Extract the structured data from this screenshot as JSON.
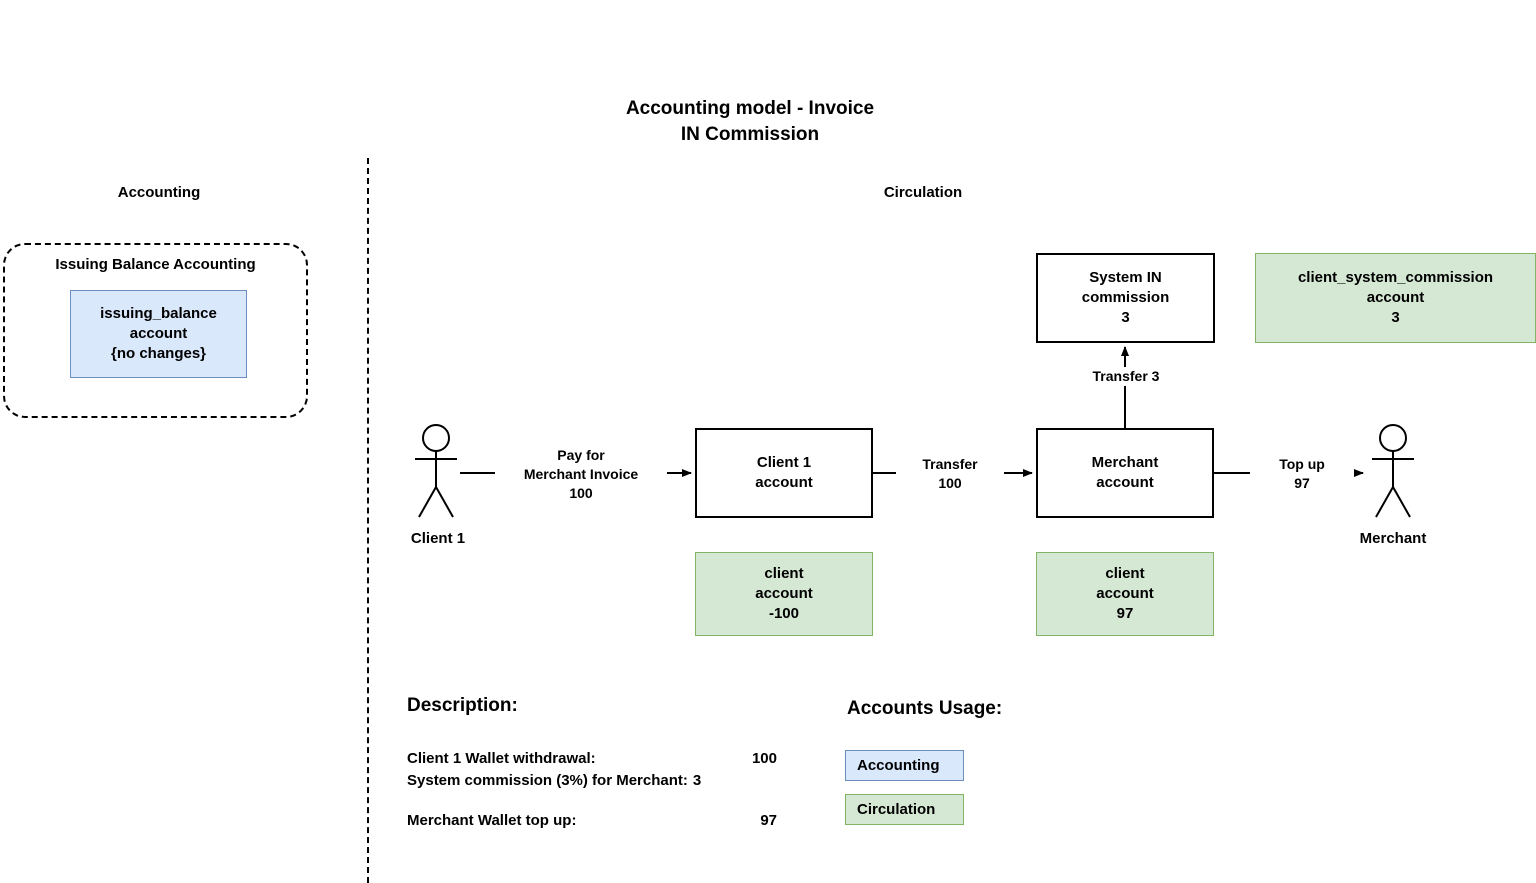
{
  "diagram": {
    "title": "Accounting model - Invoice\nIN Commission",
    "sections": {
      "accounting": "Accounting",
      "circulation": "Circulation"
    },
    "accounting_group": {
      "label": "Issuing Balance Accounting",
      "account_box": "issuing_balance\naccount\n{no changes}"
    },
    "nodes": {
      "system_in_commission": "System IN\ncommission\n3",
      "client_system_commission_account": "client_system_commission\naccount\n3",
      "client1_account": "Client 1\naccount",
      "merchant_account": "Merchant\naccount",
      "client_account_debit": "client\naccount\n-100",
      "client_account_credit": "client\naccount\n97"
    },
    "actors": {
      "client1": "Client 1",
      "merchant": "Merchant"
    },
    "edges": {
      "pay_invoice": "Pay for\nMerchant Invoice\n100",
      "transfer_100": "Transfer\n100",
      "transfer_3": "Transfer 3",
      "top_up_97": "Top up\n97"
    }
  },
  "description": {
    "title": "Description:",
    "rows": [
      {
        "label": "Client 1 Wallet withdrawal:",
        "value": "100"
      },
      {
        "label": "System commission (3%) for Merchant:",
        "value": "3"
      },
      {
        "label": "Merchant Wallet top up:",
        "value": "97"
      }
    ]
  },
  "accounts_usage": {
    "title": "Accounts Usage:",
    "legend": [
      {
        "label": "Accounting",
        "fill": "#dae8fc",
        "stroke": "#6c8ebf"
      },
      {
        "label": "Circulation",
        "fill": "#d5e8d4",
        "stroke": "#82b366"
      }
    ]
  }
}
